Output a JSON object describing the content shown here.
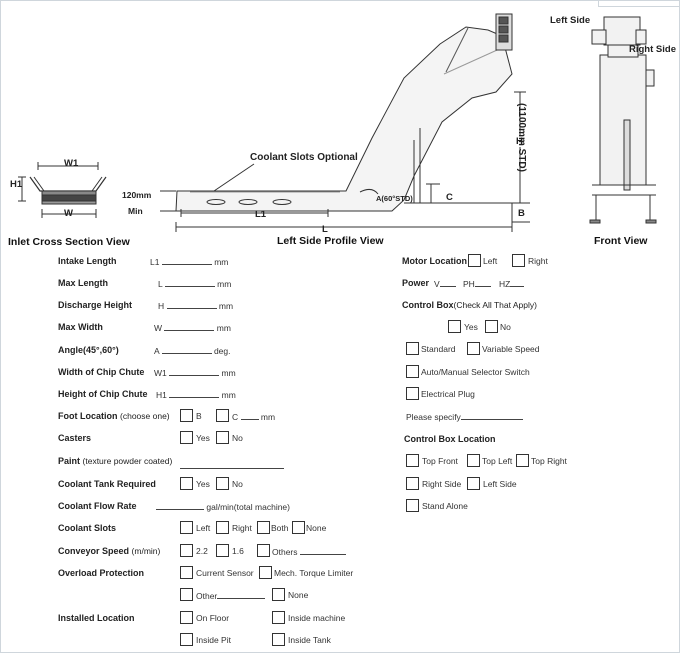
{
  "diagram": {
    "inlet": {
      "caption": "Inlet Cross Section View",
      "w1": "W1",
      "h1": "H1",
      "w": "W"
    },
    "side": {
      "caption": "Left Side Profile View",
      "coolant_slots": "Coolant Slots Optional",
      "mm120": "120mm",
      "min": "Min",
      "l1": "L1",
      "l": "L",
      "h": "H",
      "angle": "A(60°STD)",
      "c": "C",
      "b": "B",
      "std_1100": "(1100mm STD)"
    },
    "front": {
      "caption": "Front View",
      "left_side": "Left Side",
      "right_side": "Right Side"
    }
  },
  "form_left": [
    {
      "label": "Intake Length",
      "prefix": "L1",
      "unit": "mm"
    },
    {
      "label": "Max Length",
      "prefix": "L",
      "unit": "mm"
    },
    {
      "label": "Discharge Height",
      "prefix": "H",
      "unit": "mm"
    },
    {
      "label": "Max Width",
      "prefix": "W",
      "unit": "mm"
    },
    {
      "label": "Angle(45°,60°)",
      "prefix": "A",
      "unit": "deg."
    },
    {
      "label": "Width of Chip Chute",
      "prefix": "W1",
      "unit": "mm"
    },
    {
      "label": "Height of Chip Chute",
      "prefix": "H1",
      "unit": "mm"
    }
  ],
  "foot_location": {
    "label": "Foot Location",
    "note": "(choose one)",
    "opt_b": "B",
    "opt_c": "C",
    "unit": "mm"
  },
  "casters": {
    "label": "Casters",
    "yes": "Yes",
    "no": "No"
  },
  "paint": {
    "label": "Paint",
    "note": "(texture powder coated)"
  },
  "coolant_tank": {
    "label": "Coolant Tank Required",
    "yes": "Yes",
    "no": "No"
  },
  "coolant_flow": {
    "label": "Coolant Flow Rate",
    "unit": "gal/min(total machine)"
  },
  "coolant_slots": {
    "label": "Coolant Slots",
    "opts": [
      "Left",
      "Right",
      "Both",
      "None"
    ]
  },
  "conveyor_speed": {
    "label": "Conveyor Speed",
    "note": "(m/min)",
    "opts": [
      "2.2",
      "1.6",
      "Others"
    ]
  },
  "overload": {
    "label": "Overload Protection",
    "opts": [
      "Current Sensor",
      "Mech. Torque Limiter",
      "Other",
      "None"
    ]
  },
  "installed": {
    "label": "Installed Location",
    "opts": [
      "On Floor",
      "Inside machine",
      "Inside Pit",
      "Inside Tank"
    ]
  },
  "motor_location": {
    "label": "Motor Location",
    "left": "Left",
    "right": "Right"
  },
  "power": {
    "label": "Power",
    "v": "V",
    "ph": "PH",
    "hz": "HZ"
  },
  "control_box": {
    "label": "Control Box",
    "note": "(Check All That Apply)",
    "yes": "Yes",
    "no": "No",
    "opts": [
      "Standard",
      "Variable Speed",
      "Auto/Manual Selector Switch",
      "Electrical Plug"
    ],
    "specify": "Please specify"
  },
  "control_box_location": {
    "label": "Control Box Location",
    "opts": [
      "Top Front",
      "Top Left",
      "Top Right",
      "Right Side",
      "Left Side",
      "Stand Alone"
    ]
  }
}
